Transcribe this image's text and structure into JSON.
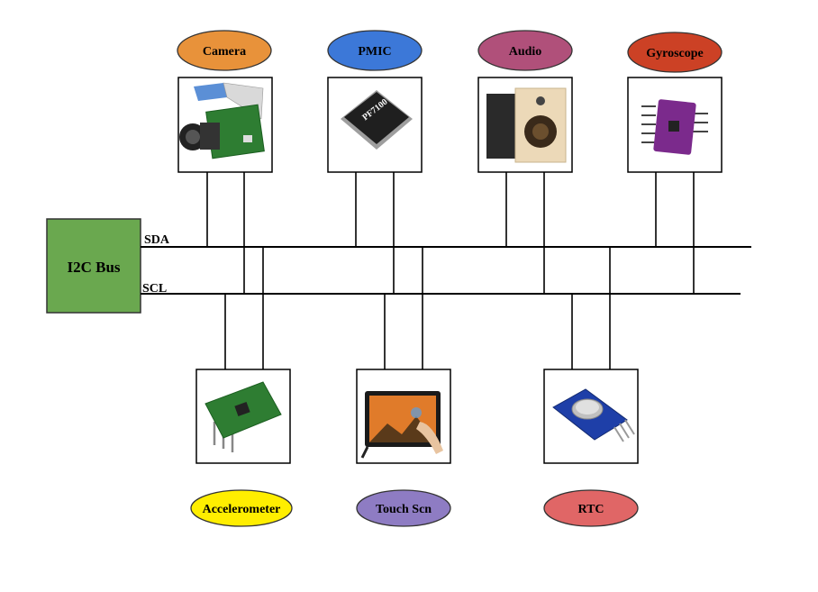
{
  "bus": {
    "title": "I2C Bus",
    "sda_label": "SDA",
    "scl_label": "SCL",
    "color": "#6aa84f"
  },
  "devices_top": [
    {
      "id": "camera",
      "label": "Camera",
      "color": "#e8923a",
      "icon": "camera-module-icon"
    },
    {
      "id": "pmic",
      "label": "PMIC",
      "color": "#3c78d8",
      "icon": "pmic-chip-icon",
      "chip_text": "PF7100"
    },
    {
      "id": "audio",
      "label": "Audio",
      "color": "#b0507a",
      "icon": "speaker-icon"
    },
    {
      "id": "gyroscope",
      "label": "Gyroscope",
      "color": "#cc4125",
      "icon": "gyroscope-board-icon"
    }
  ],
  "devices_bottom": [
    {
      "id": "accelerometer",
      "label": "Accelerometer",
      "color": "#ffee00",
      "icon": "accelerometer-board-icon"
    },
    {
      "id": "touch",
      "label": "Touch Scn",
      "color": "#8e7cc3",
      "icon": "touchscreen-icon"
    },
    {
      "id": "rtc",
      "label": "RTC",
      "color": "#e06666",
      "icon": "rtc-module-icon"
    }
  ]
}
